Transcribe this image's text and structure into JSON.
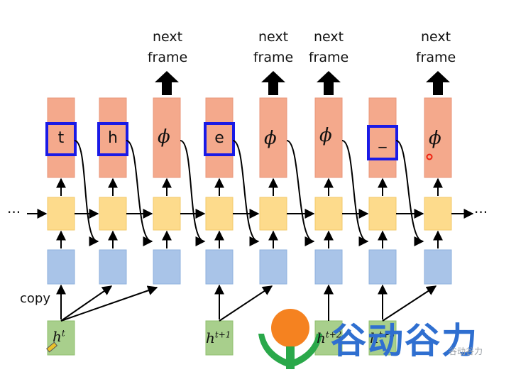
{
  "diagram": {
    "output_labels": [
      "t",
      "h",
      "e",
      "_"
    ],
    "blank_symbol": "ϕ",
    "next_frame_text": "next\nframe",
    "copy_text": "copy",
    "ellipsis": "···",
    "ellipsis_right": "···",
    "h_t": {
      "base": "h",
      "sup": "t"
    },
    "h_t1": {
      "base": "h",
      "sup": "t+1"
    },
    "h_t2": {
      "base": "h",
      "sup": "t+2"
    },
    "h_t3": {
      "base": "h",
      "sup": "t+3"
    }
  },
  "watermark": {
    "brand_text": "谷动谷力",
    "small_text": "谷动谷力"
  },
  "colors": {
    "output_box": "#f4a98c",
    "hidden_box": "#fddb8c",
    "input_box": "#a9c4e8",
    "h_box": "#a8cf8c",
    "highlight": "#1a1ae6",
    "arrow": "#000000",
    "brand": "#2f6fd0",
    "logo_orange": "#f58220",
    "logo_green": "#2aa84a"
  }
}
